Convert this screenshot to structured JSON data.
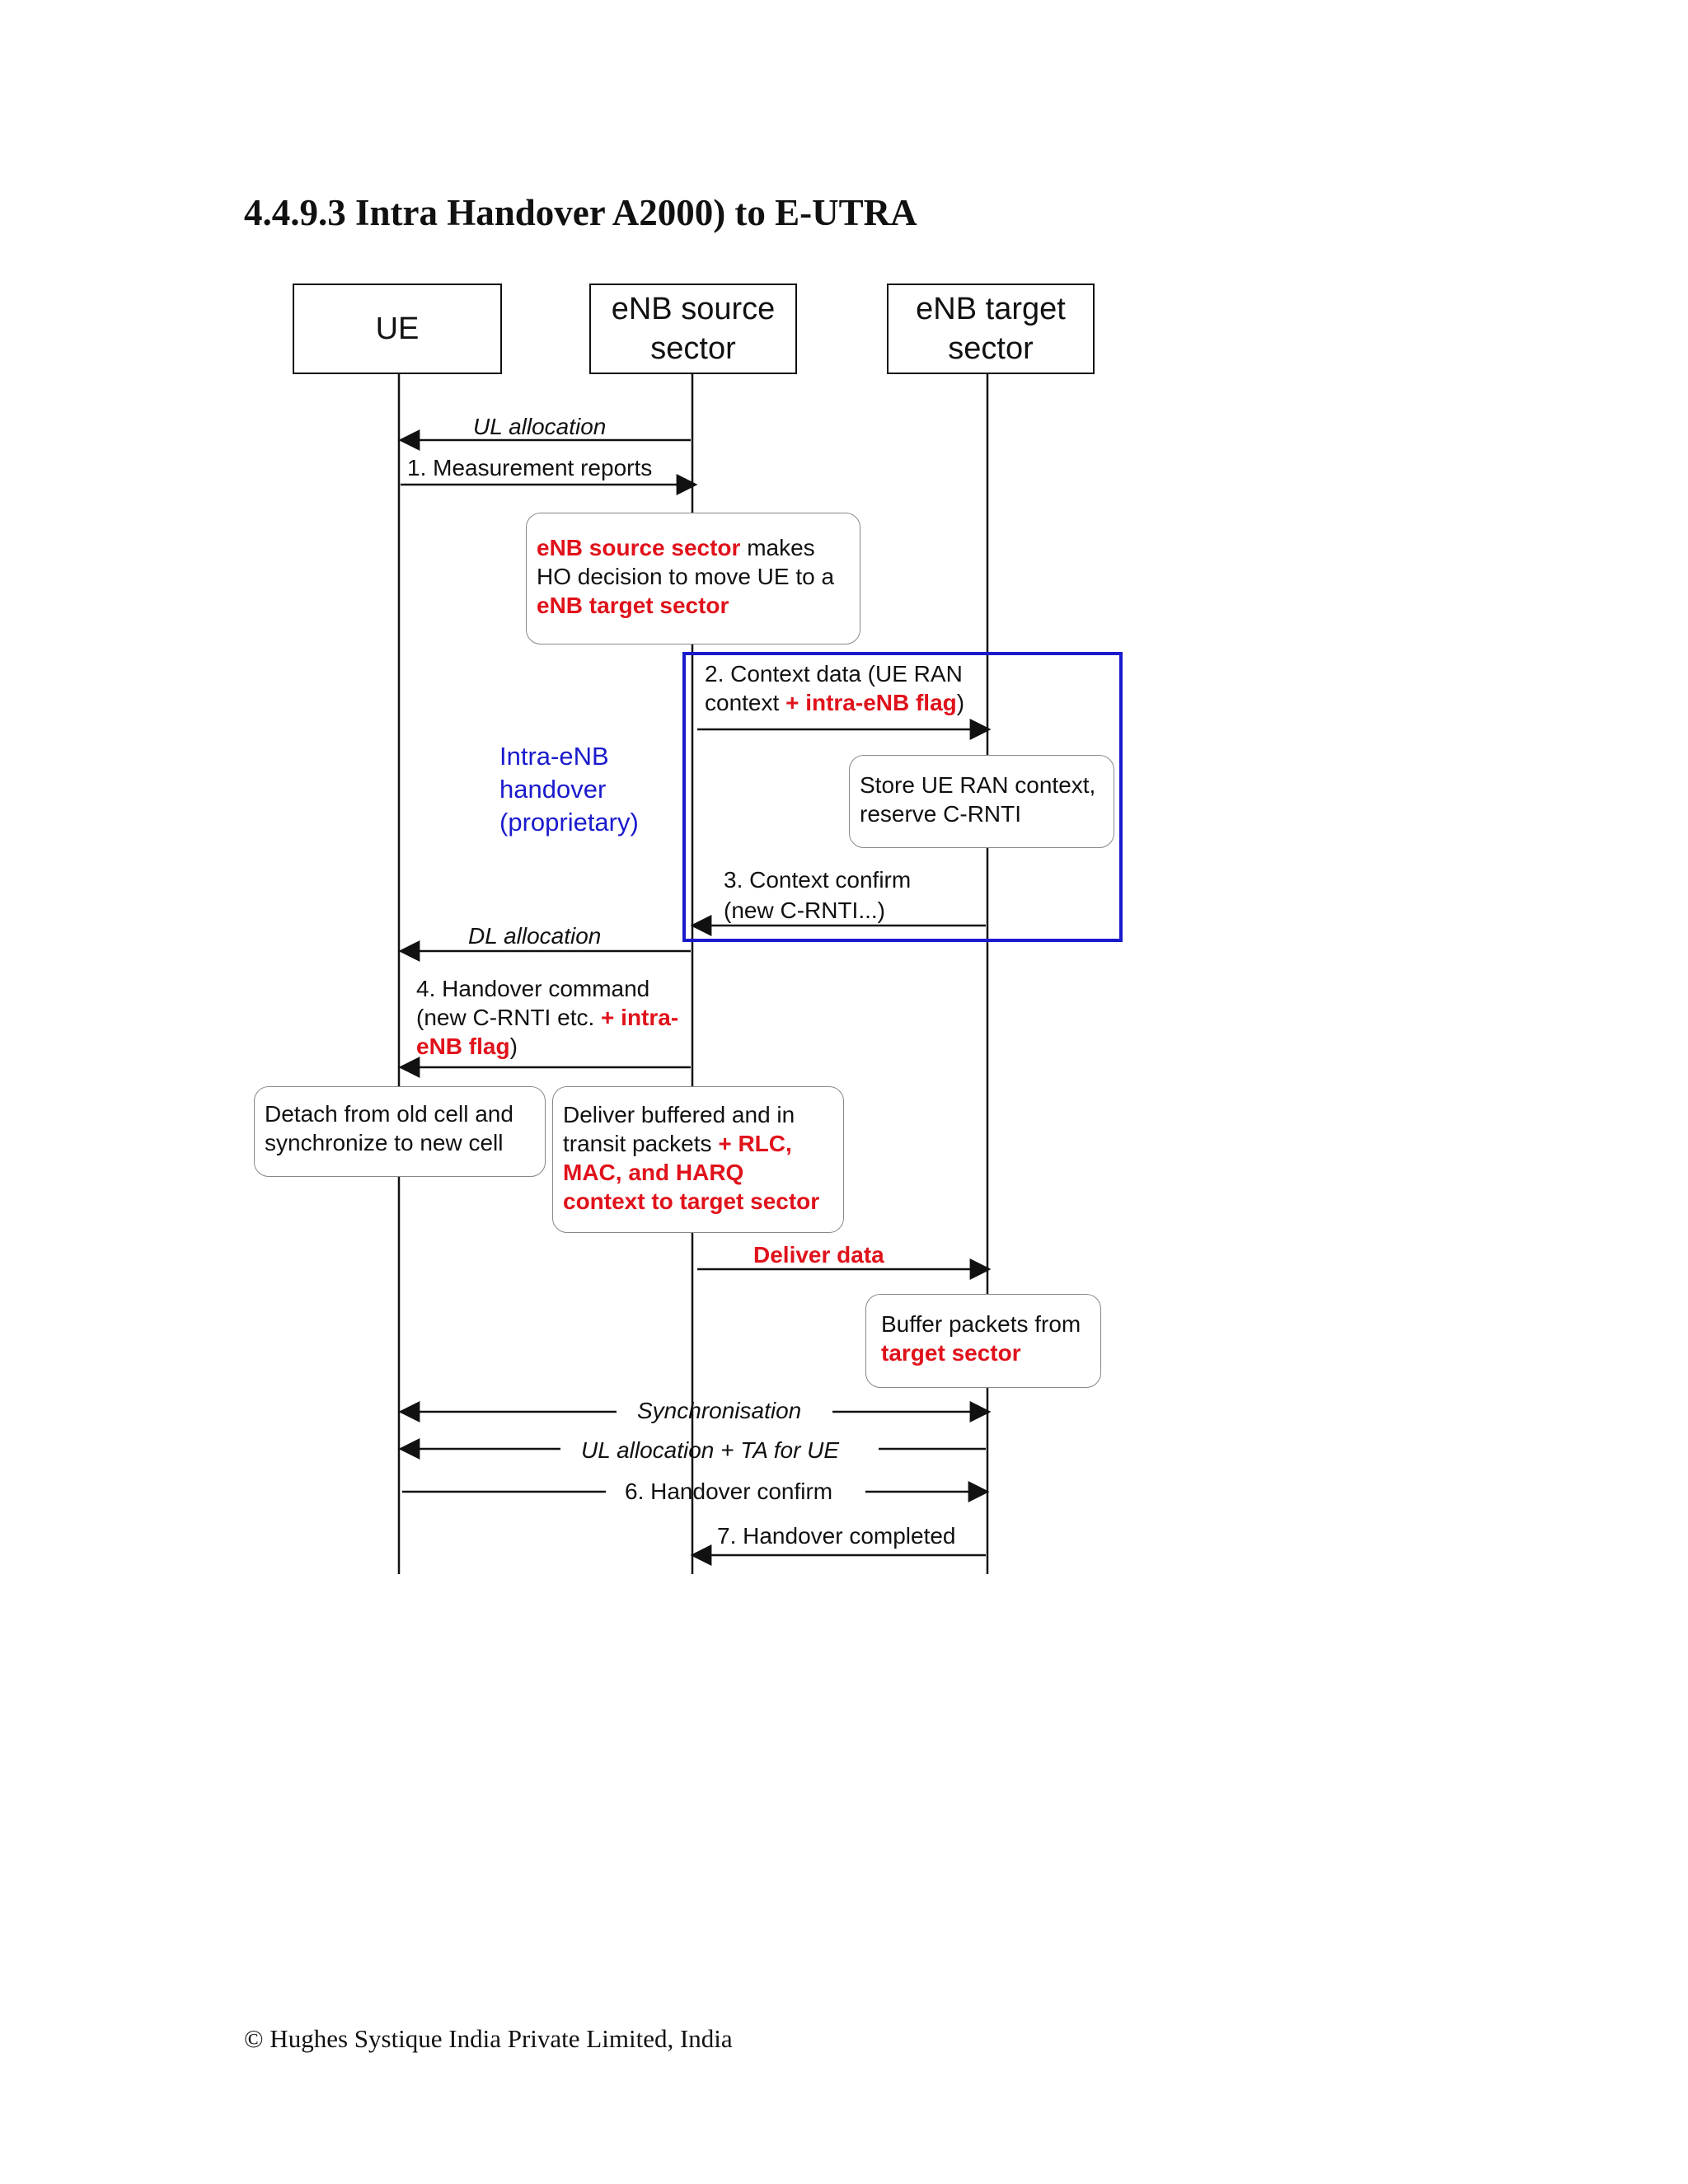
{
  "title": "4.4.9.3 Intra Handover A2000) to E-UTRA",
  "footer": "© Hughes Systique India Private Limited, India",
  "entities": {
    "ue": "UE",
    "source_l1": "eNB source",
    "source_l2": "sector",
    "target_l1": "eNB target",
    "target_l2": "sector"
  },
  "messages": {
    "ul_allocation": "UL allocation",
    "measurement_reports": "1. Measurement reports",
    "context_data_l1": "2. Context data (UE RAN",
    "context_data_l2a": "context ",
    "context_data_l2b": "+ intra-eNB flag",
    "context_data_l2c": ")",
    "context_confirm_l1": "3. Context confirm",
    "context_confirm_l2": "(new C-RNTI...)",
    "dl_allocation": "DL allocation",
    "handover_cmd_l1": "4. Handover command",
    "handover_cmd_l2a": "(new C-RNTI etc. ",
    "handover_cmd_l2b": "+ intra-",
    "handover_cmd_l3a": "eNB flag",
    "handover_cmd_l3b": ")",
    "deliver_data": "Deliver data",
    "synchronisation": "Synchronisation",
    "ul_allocation_ta": "UL allocation + TA for UE",
    "handover_confirm": "6. Handover confirm",
    "handover_completed": "7. Handover completed"
  },
  "notes": {
    "ho_decision_l1a": "eNB source sector",
    "ho_decision_l1b": " makes",
    "ho_decision_l2": "HO decision to move UE to a",
    "ho_decision_l3": "eNB target sector",
    "store_l1": "Store UE RAN context,",
    "store_l2": "reserve C-RNTI",
    "detach_l1": "Detach from old cell and",
    "detach_l2": "synchronize to new cell",
    "deliver_l1": "Deliver buffered and in",
    "deliver_l2a": "transit packets ",
    "deliver_l2b": "+ RLC,",
    "deliver_l3": "MAC, and HARQ",
    "deliver_l4": "context to target sector",
    "buffer_l1": "Buffer packets from",
    "buffer_l2": "target sector"
  },
  "intra_label": {
    "l1": "Intra-eNB",
    "l2": "handover",
    "l3": "(proprietary)"
  },
  "colors": {
    "highlight_red": "#e0121b",
    "group_blue": "#1a1acd",
    "line": "#111111"
  }
}
